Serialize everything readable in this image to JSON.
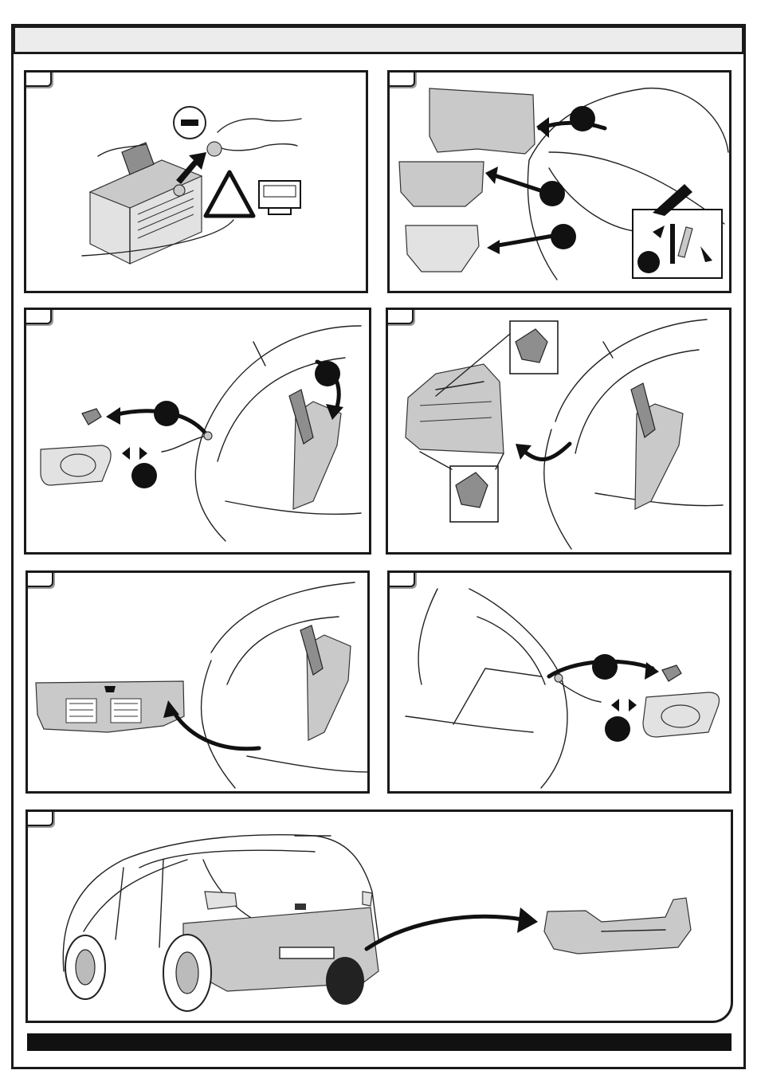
{
  "page": {
    "header_title": "",
    "footer_text": ""
  },
  "panels": [
    {
      "id": "step-1",
      "label": "",
      "icon": "battery-disconnect-icon"
    },
    {
      "id": "step-2",
      "label": "",
      "icon": "boot-trim-removal-icon"
    },
    {
      "id": "step-3",
      "label": "",
      "icon": "left-tail-light-removal-icon"
    },
    {
      "id": "step-4",
      "label": "",
      "icon": "side-trim-clips-icon"
    },
    {
      "id": "step-5",
      "label": "",
      "icon": "rear-panel-removal-icon"
    },
    {
      "id": "step-6",
      "label": "",
      "icon": "right-tail-light-removal-icon"
    },
    {
      "id": "step-7",
      "label": "",
      "icon": "rear-bumper-removal-icon"
    }
  ],
  "colors": {
    "frame": "#1a1a1a",
    "header_band": "#ececec",
    "footer_bar": "#111111",
    "part_fill": "#c9c9c9"
  }
}
